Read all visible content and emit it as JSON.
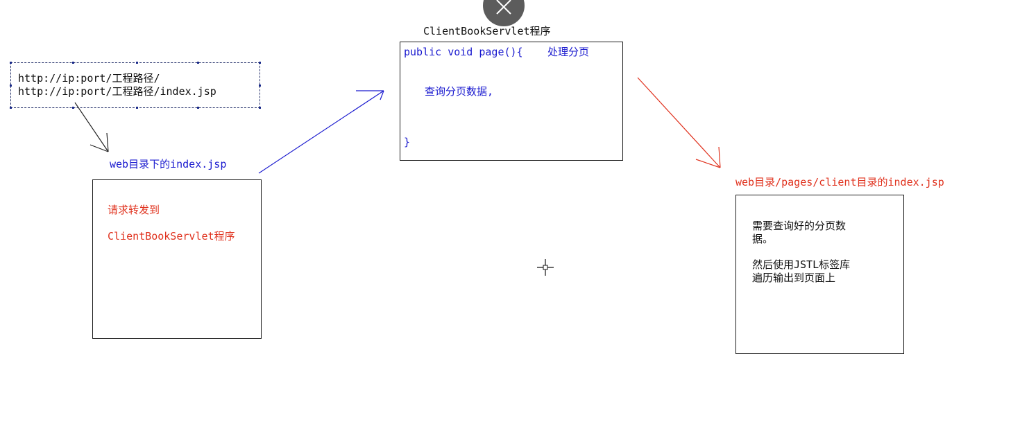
{
  "url_box": {
    "line1": "http://ip:port/工程路径/",
    "line2": "http://ip:port/工程路径/index.jsp"
  },
  "left_page": {
    "title": "web目录下的index.jsp",
    "text1": "请求转发到",
    "text2": "ClientBookServlet程序"
  },
  "servlet": {
    "title": "ClientBookServlet程序",
    "code_line1": "public void page(){",
    "comment": "处理分页",
    "code_line2": "查询分页数据,",
    "code_line3": "}"
  },
  "right_page": {
    "title": "web目录/pages/client目录的index.jsp",
    "text1": "需要查询好的分页数",
    "text2": "据。",
    "text3": "然后使用JSTL标签库",
    "text4": "遍历输出到页面上"
  },
  "colors": {
    "blue": "#1a1acf",
    "red": "#e0321e",
    "black": "#111111"
  },
  "icons": {
    "close": "close-icon",
    "cursor": "crosshair-cursor-icon"
  }
}
